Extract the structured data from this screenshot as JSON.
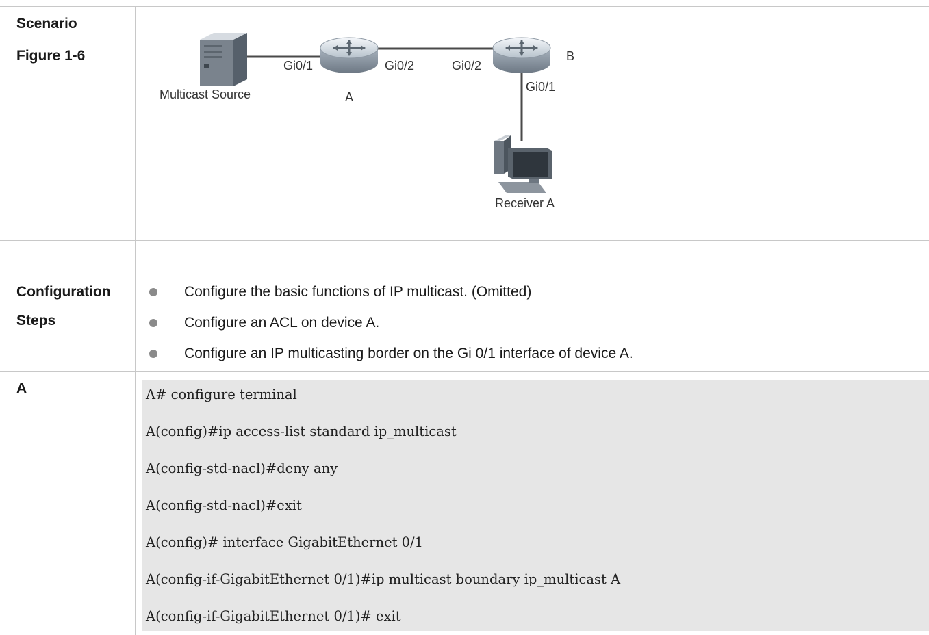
{
  "rows": {
    "scenario": {
      "label_line1": "Scenario",
      "label_line2": "Figure 1-6"
    },
    "steps": {
      "label_line1": "Configuration",
      "label_line2": "Steps",
      "items": [
        "Configure the basic functions of IP multicast. (Omitted)",
        "Configure an ACL on device A.",
        "Configure an IP multicasting border on the Gi 0/1 interface of device A."
      ]
    },
    "device_a": {
      "label": "A",
      "code_lines": [
        "A# configure terminal",
        "A(config)#ip access-list standard ip_multicast",
        "A(config-std-nacl)#deny any",
        "A(config-std-nacl)#exit",
        "A(config)# interface GigabitEthernet 0/1",
        "A(config-if-GigabitEthernet 0/1)#ip multicast boundary ip_multicast A",
        "A(config-if-GigabitEthernet 0/1)# exit"
      ]
    }
  },
  "figure": {
    "source_label": "Multicast Source",
    "router_a_label": "A",
    "router_b_label": "B",
    "receiver_label": "Receiver A",
    "port_a_left": "Gi0/1",
    "port_a_right": "Gi0/2",
    "port_b_left": "Gi0/2",
    "port_b_down": "Gi0/1"
  }
}
